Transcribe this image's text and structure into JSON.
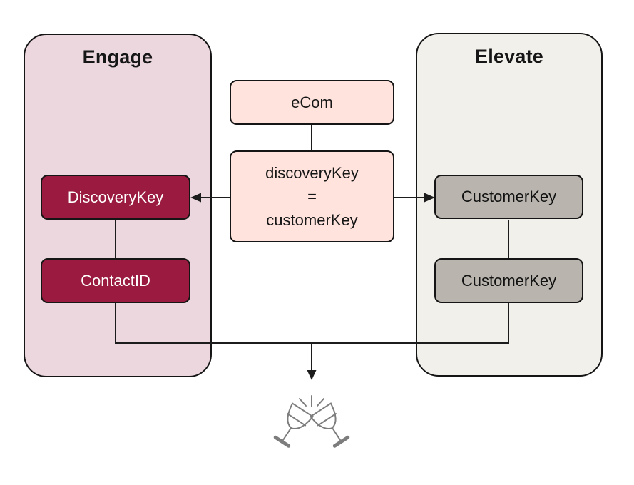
{
  "diagram": {
    "groups": {
      "engage": {
        "title": "Engage",
        "nodes": [
          {
            "label": "DiscoveryKey"
          },
          {
            "label": "ContactID"
          }
        ]
      },
      "elevate": {
        "title": "Elevate",
        "nodes": [
          {
            "label": "CustomerKey"
          },
          {
            "label": "CustomerKey"
          }
        ]
      }
    },
    "center": {
      "ecom": {
        "label": "eCom"
      },
      "mapping": {
        "lines": [
          "discoveryKey",
          "=",
          "customerKey"
        ]
      }
    },
    "icons": {
      "cheers": "clinking-wine-glasses"
    },
    "colors": {
      "background": "#ffffff",
      "engage_fill": "#ecd7de",
      "engage_node_fill": "#9a1b3f",
      "engage_node_text": "#ffffff",
      "elevate_fill": "#f2f0eb",
      "elevate_node_fill": "#b9b5ae",
      "center_fill": "#ffe3dc",
      "border": "#151515",
      "connector": "#1c1c1c",
      "cheers_stroke": "#7d7d7d"
    }
  }
}
